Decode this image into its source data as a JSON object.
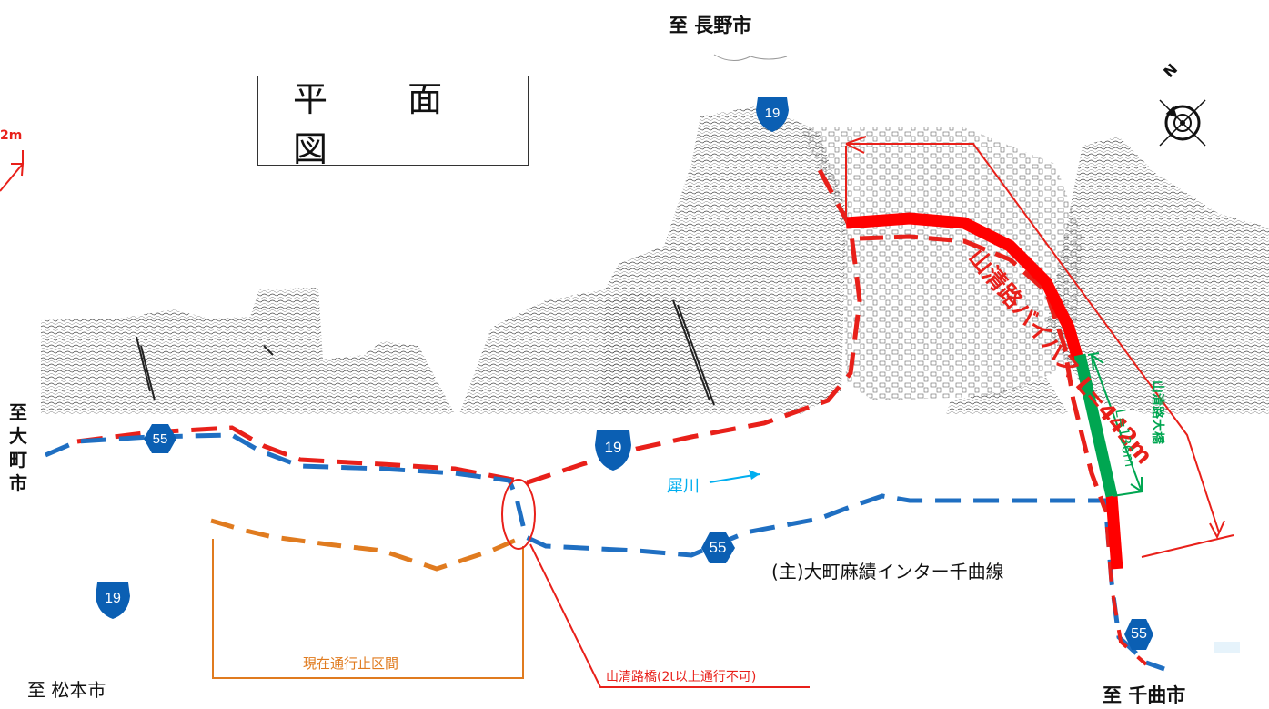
{
  "title": "平 面 図",
  "destinations": {
    "north": "至 長野市",
    "west": "至 大町市",
    "southwest": "至 松本市",
    "southeast": "至 千曲市"
  },
  "bypass_label": "山清路バイパス L=442m",
  "bridge_name": "山清路大橋",
  "bridge_length": "L=136m",
  "river_label": "犀川",
  "route_label": "(主)大町麻績インター千曲線",
  "closed_section_label": "現在通行止区間",
  "old_bridge_label": "山清路橋(2t以上通行不可)",
  "cutoff_fragment": "2m",
  "compass_letter": "N",
  "route_shields": [
    {
      "id": "r19-north",
      "number": "19",
      "shape": "national"
    },
    {
      "id": "r55-west",
      "number": "55",
      "shape": "prefectural"
    },
    {
      "id": "r19-middle",
      "number": "19",
      "shape": "national"
    },
    {
      "id": "r55-middle",
      "number": "55",
      "shape": "prefectural"
    },
    {
      "id": "r19-southwest",
      "number": "19",
      "shape": "national"
    },
    {
      "id": "r55-southeast",
      "number": "55",
      "shape": "prefectural"
    }
  ],
  "colors": {
    "bypass": "#ff0000",
    "bridge": "#00a651",
    "route19": "#e8201a",
    "route55": "#1f6fc2",
    "closed_section": "#e07b1f",
    "river": "#00aeef",
    "shield": "#0b5fb3"
  }
}
